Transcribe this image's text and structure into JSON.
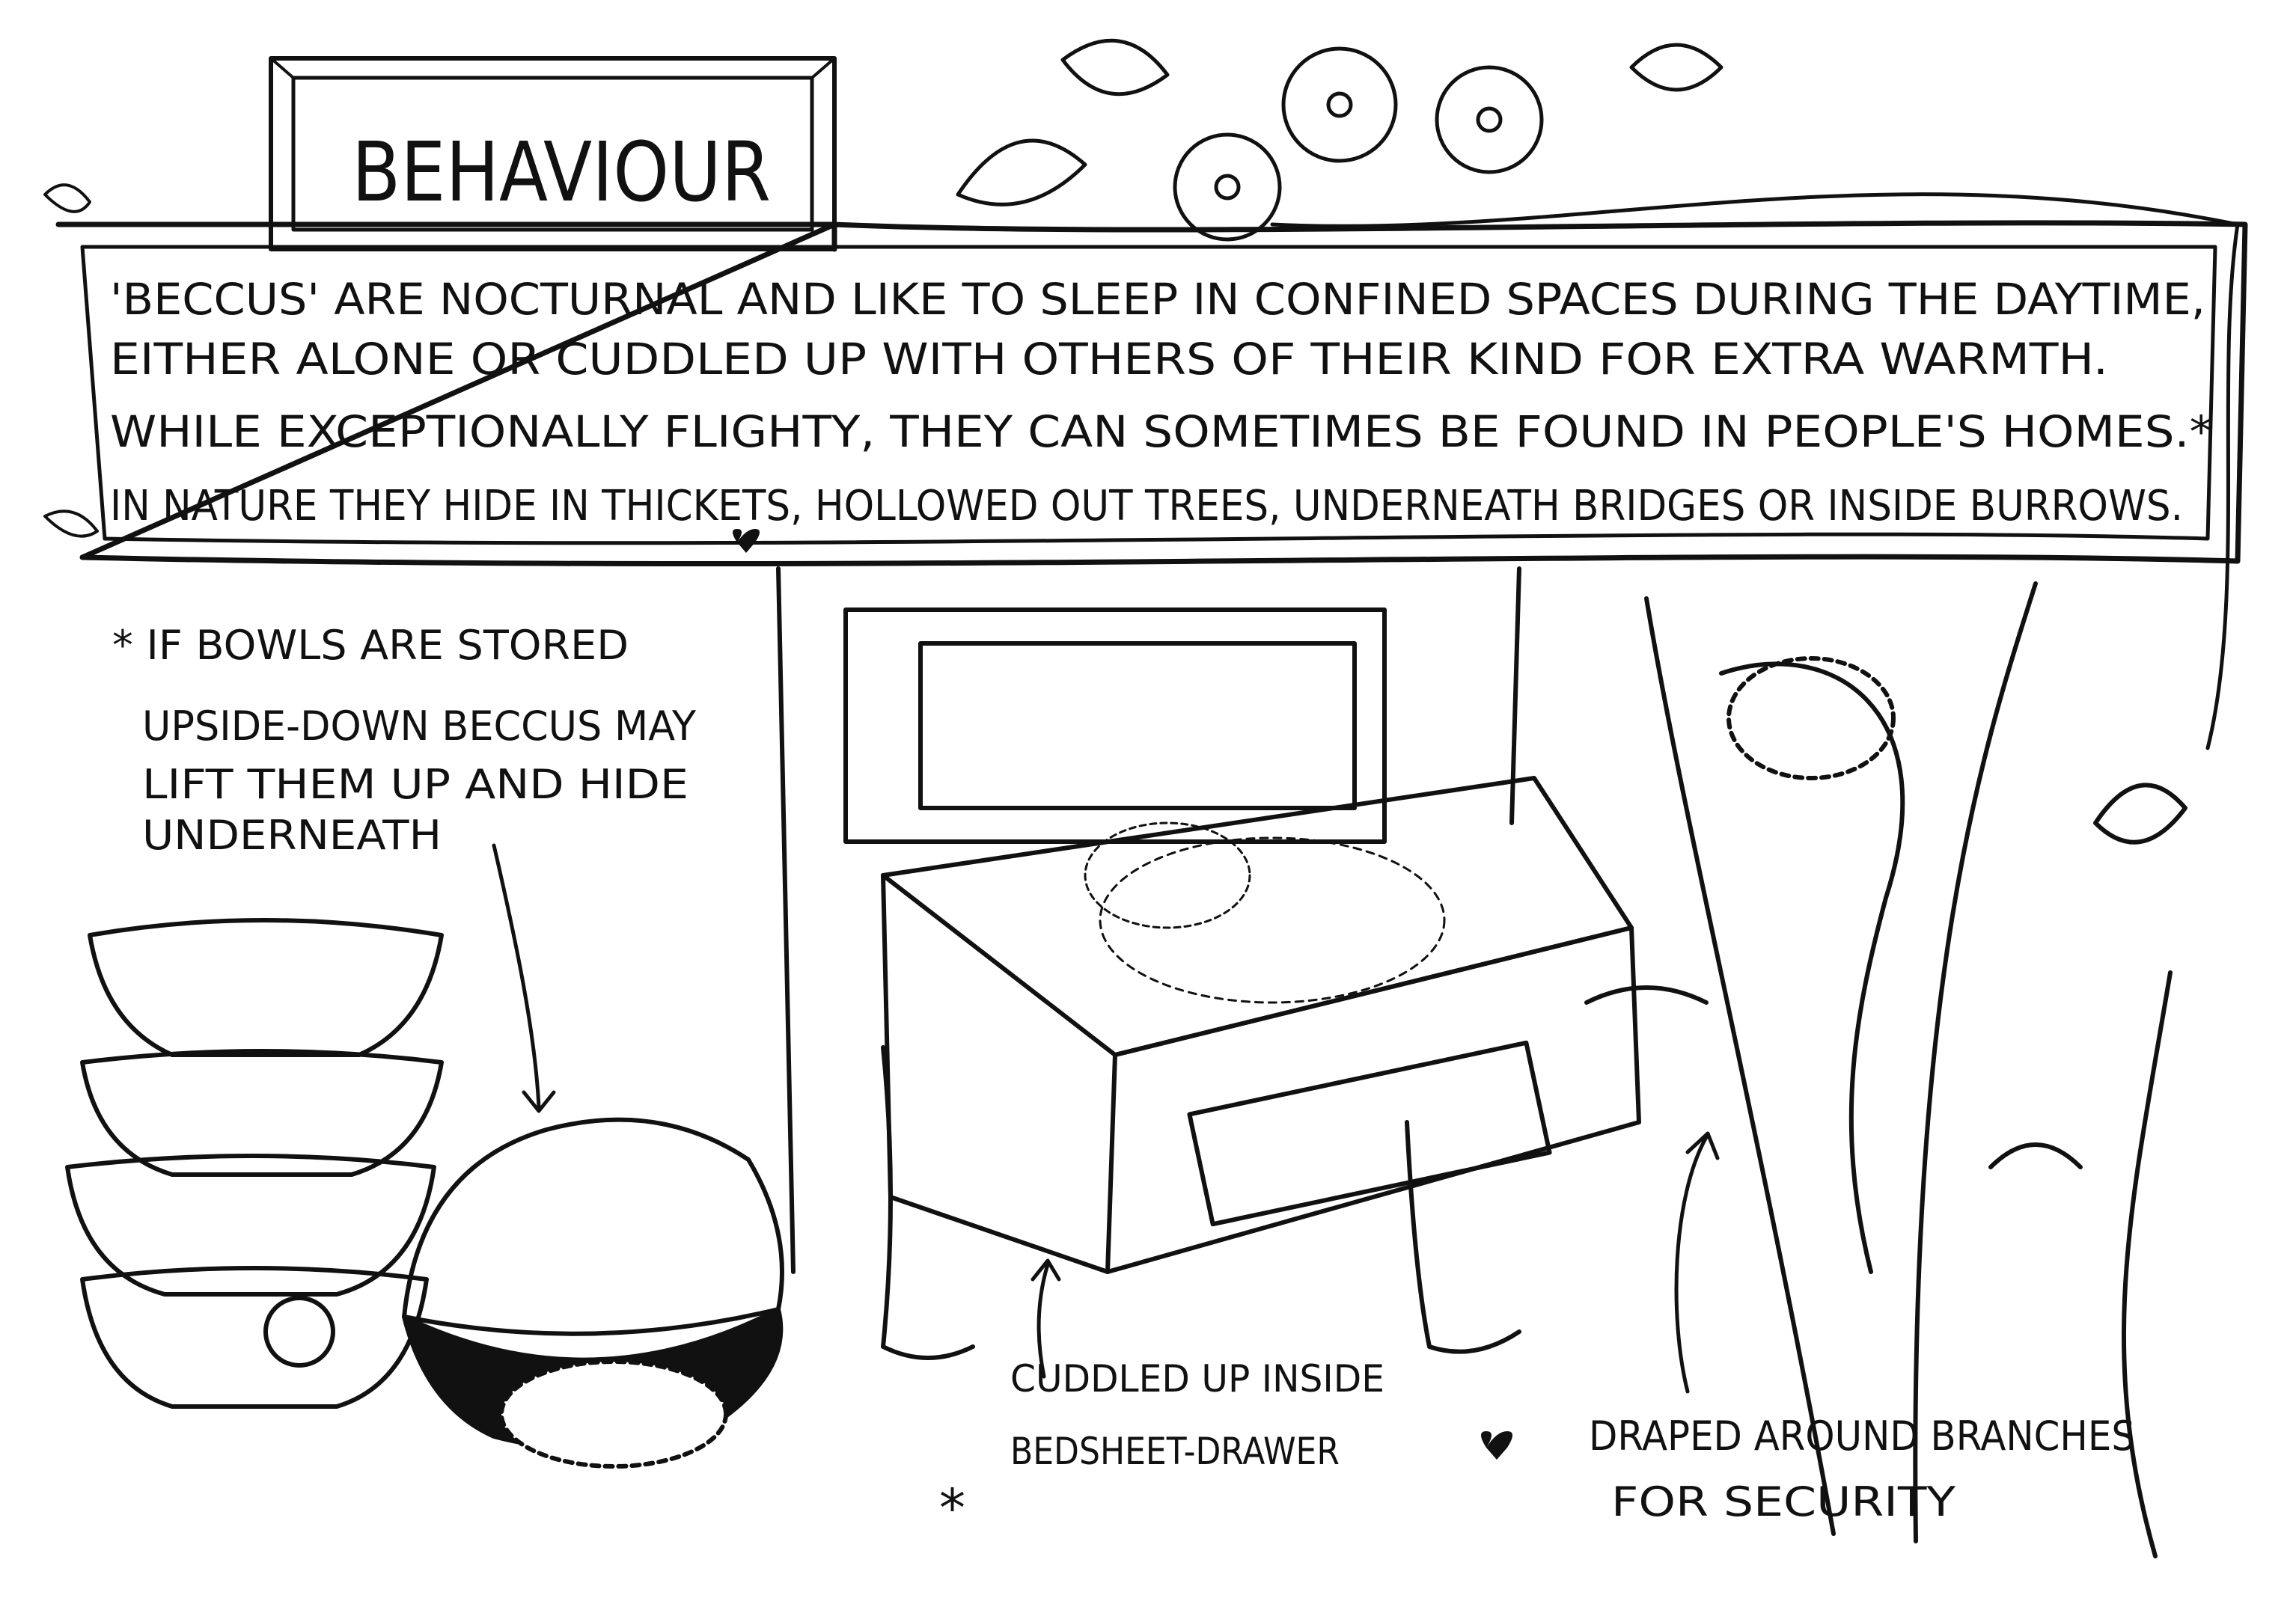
{
  "title": "BEHAVIOUR",
  "main_text": {
    "lines": [
      "'BECCUS' ARE NOCTURNAL AND LIKE TO SLEEP IN CONFINED SPACES DURING THE DAYTIME,",
      "EITHER ALONE OR CUDDLED UP WITH OTHERS OF THEIR KIND FOR EXTRA WARMTH.",
      "WHILE EXCEPTIONALLY FLIGHTY, THEY CAN SOMETIMES BE FOUND IN PEOPLE'S HOMES.*",
      "IN NATURE THEY HIDE IN THICKETS, HOLLOWED OUT TREES, UNDERNEATH BRIDGES OR INSIDE BURROWS."
    ]
  },
  "footnote": {
    "lines": [
      "* IF BOWLS ARE STORED",
      "UPSIDE-DOWN BECCUS MAY",
      "LIFT THEM UP AND HIDE",
      "UNDERNEATH"
    ]
  },
  "captions": {
    "drawer_line1": "CUDDLED UP INSIDE",
    "drawer_line2": "BEDSHEET-DRAWER",
    "drawer_marker": "*",
    "branches_line1": "DRAPED AROUND BRANCHES",
    "branches_line2": "FOR SECURITY"
  },
  "colors": {
    "ink": "#111111",
    "paper": "#ffffff"
  }
}
